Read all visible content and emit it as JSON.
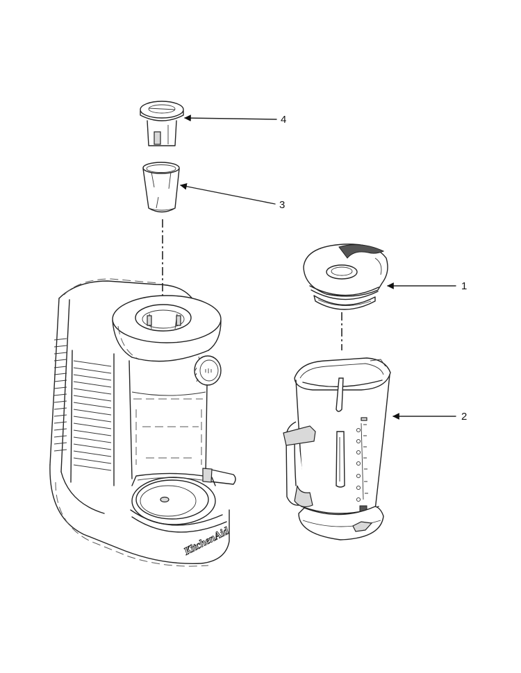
{
  "callouts": [
    {
      "id": "4",
      "label": "4"
    },
    {
      "id": "3",
      "label": "3"
    },
    {
      "id": "1",
      "label": "1"
    },
    {
      "id": "2",
      "label": "2"
    }
  ],
  "brand_mark": "KitchenAid",
  "colors": {
    "line": "#222222",
    "background": "#ffffff"
  }
}
